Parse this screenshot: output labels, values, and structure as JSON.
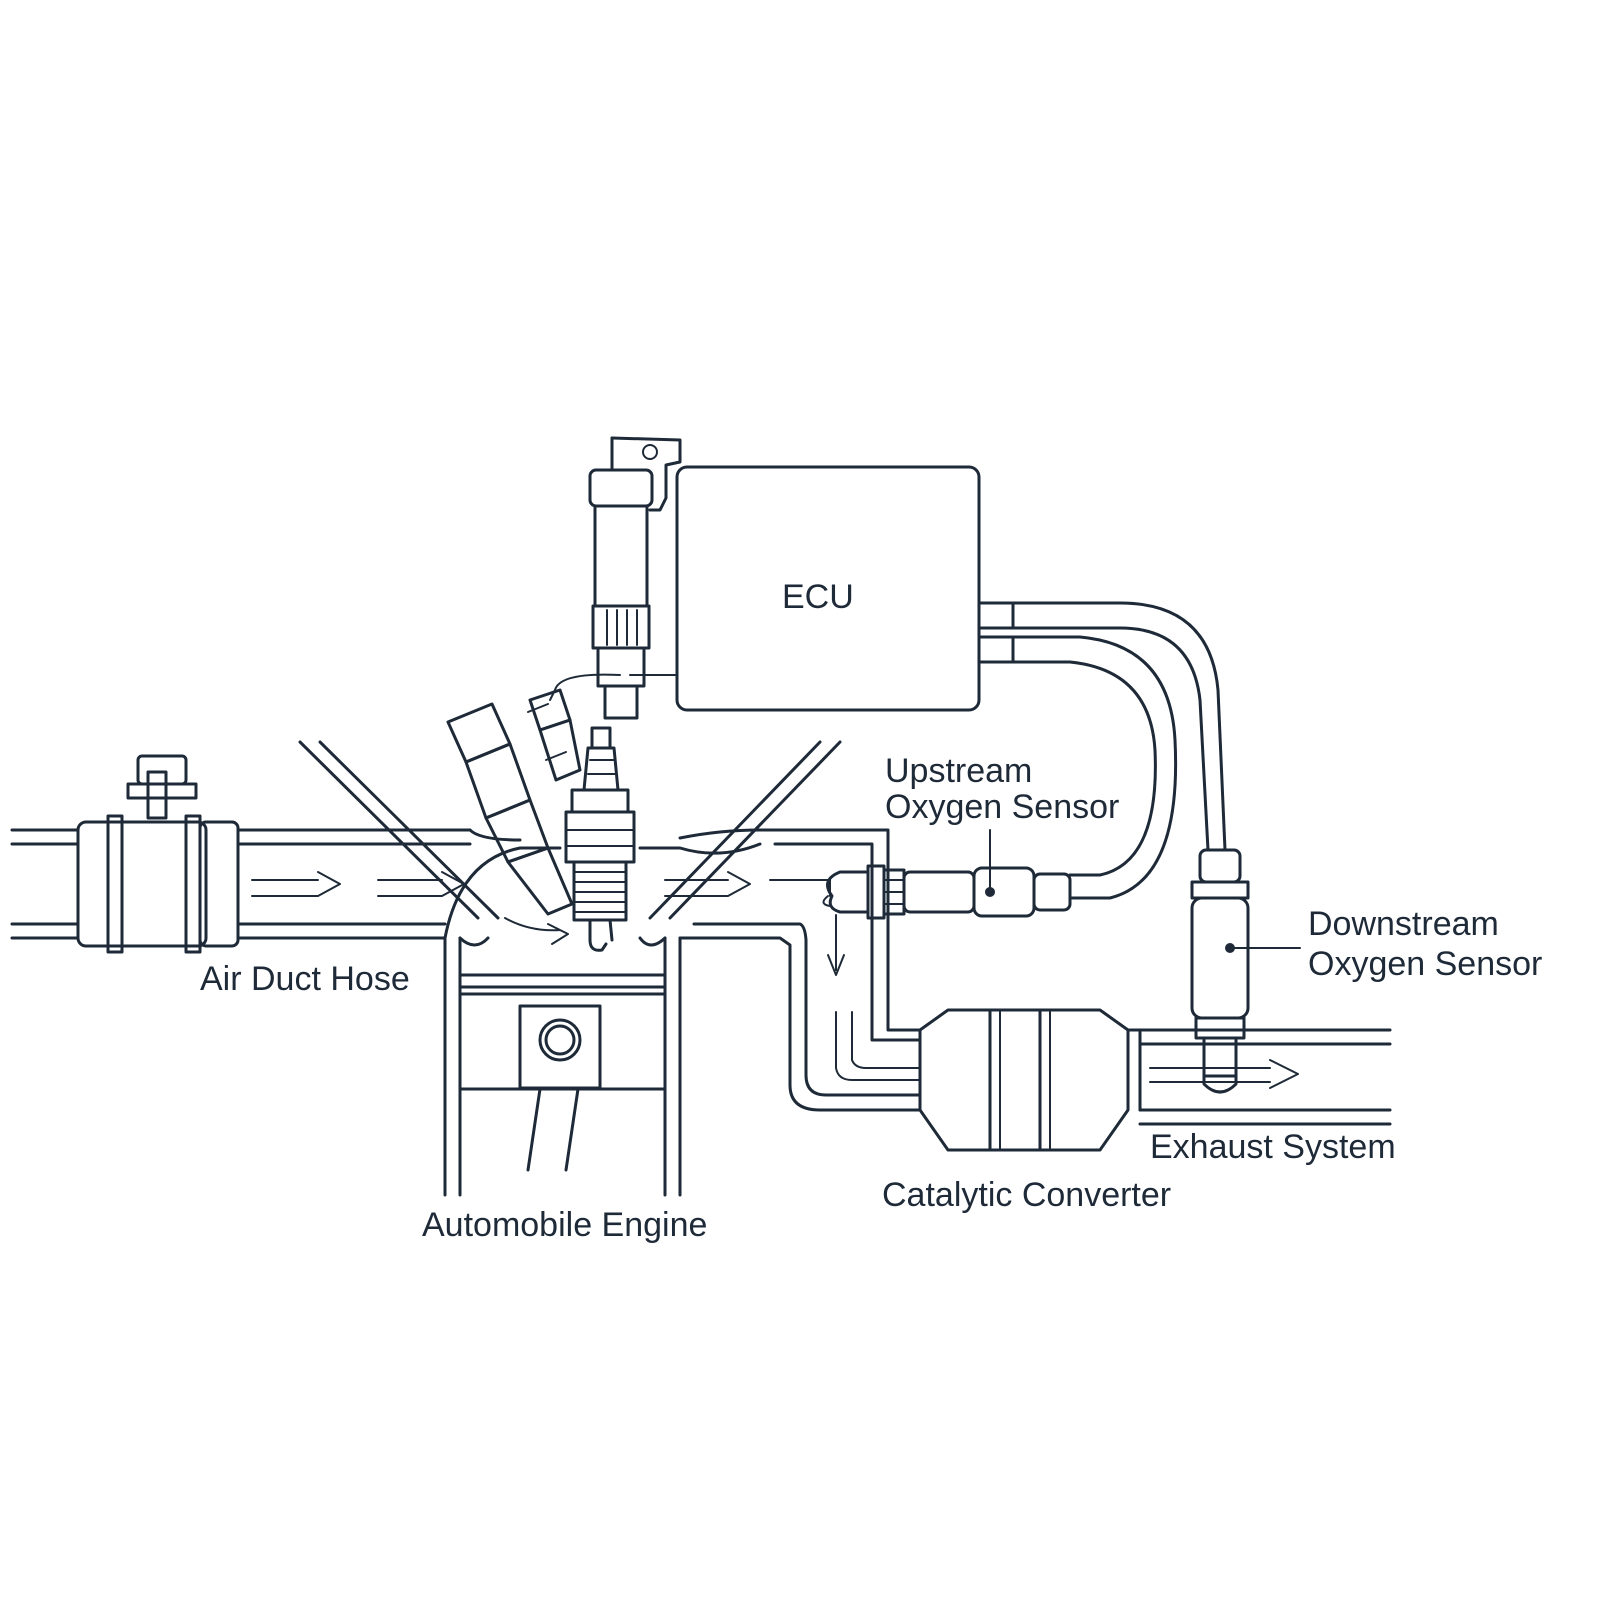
{
  "labels": {
    "ecu": "ECU",
    "upstream_line1": "Upstream",
    "upstream_line2": "Oxygen Sensor",
    "downstream_line1": "Downstream",
    "downstream_line2": "Oxygen Sensor",
    "air_duct_hose": "Air Duct Hose",
    "automobile_engine": "Automobile Engine",
    "catalytic_converter": "Catalytic Converter",
    "exhaust_system": "Exhaust System"
  },
  "colors": {
    "line": "#1e2a38",
    "background": "#ffffff"
  }
}
